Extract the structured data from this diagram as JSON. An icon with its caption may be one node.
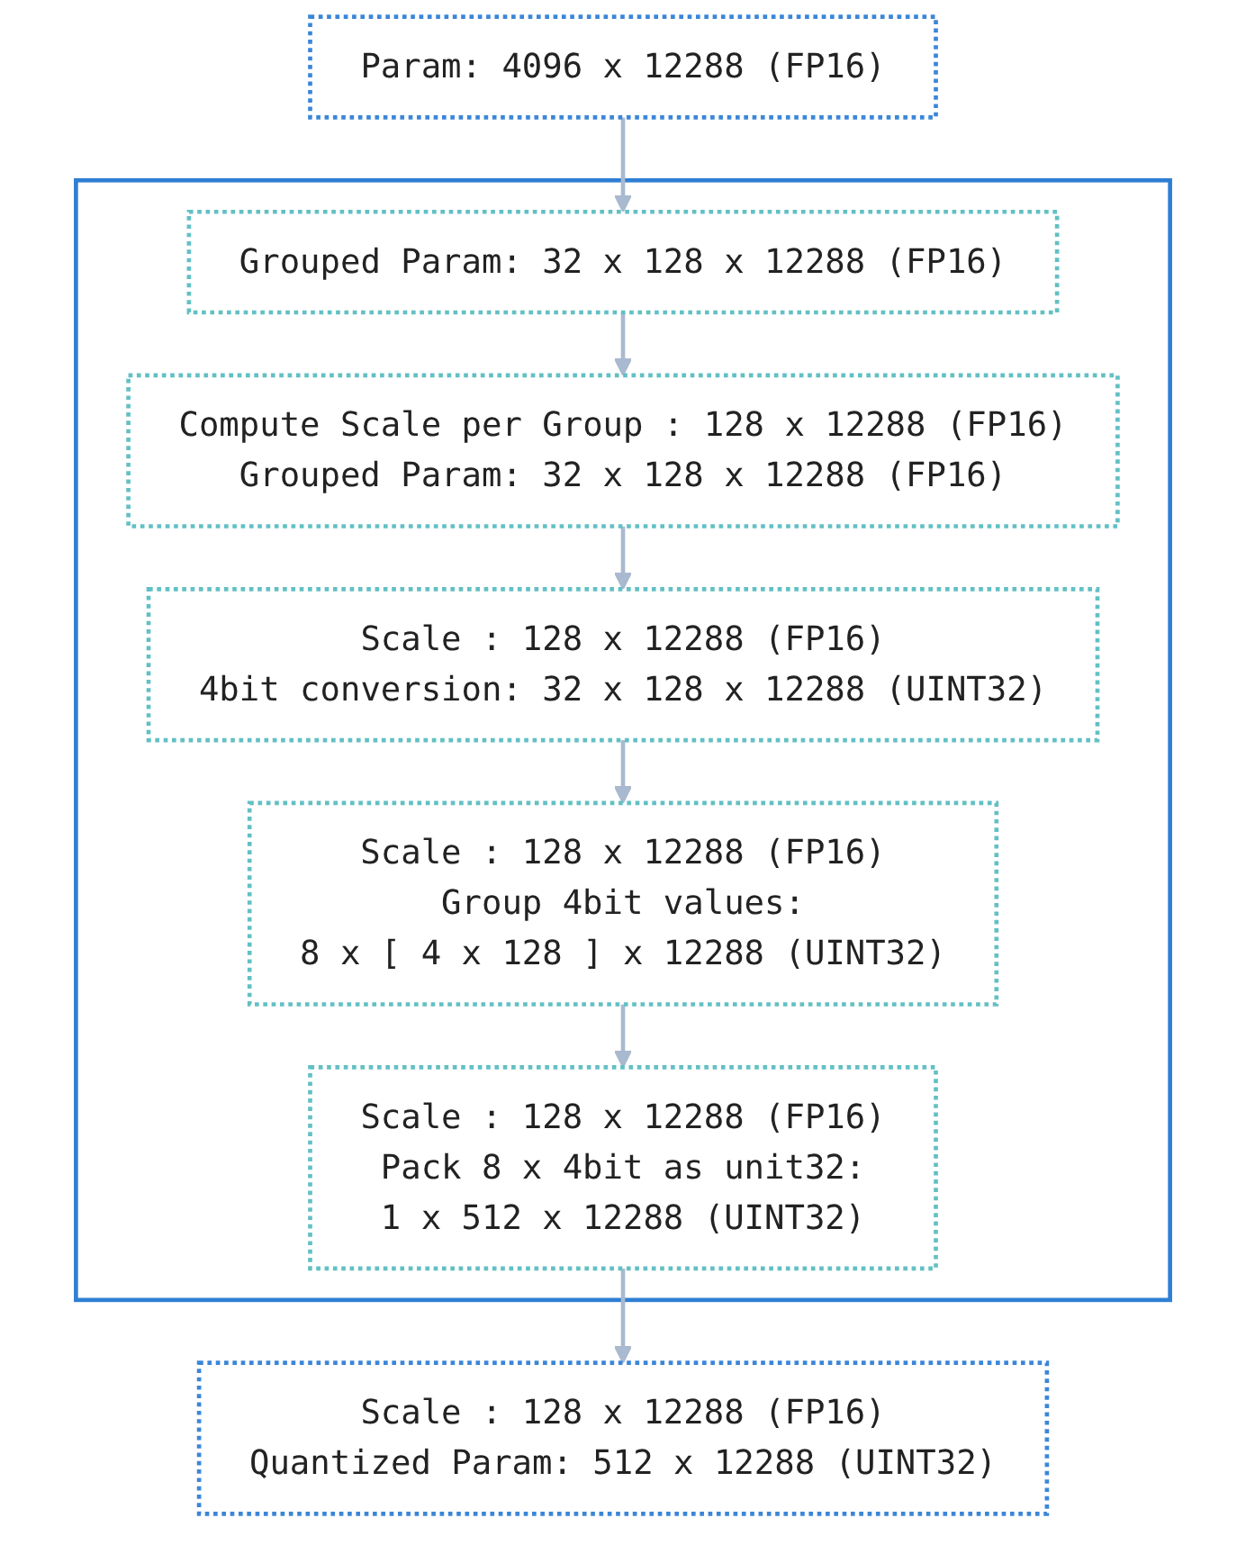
{
  "diagram": {
    "nodes": [
      {
        "text": [
          "Param: 4096 x 12288 (FP16)"
        ]
      },
      {
        "text": [],
        "shape": "box"
      },
      {
        "text": [
          "Grouped Param: 32 x 128 x 12288 (FP16)"
        ],
        "in": 1
      },
      {
        "text": [
          "Compute Scale per Group : 128 x 12288 (FP16)",
          "Grouped Param: 32 x 128 x 12288 (FP16)"
        ],
        "in": 1
      },
      {
        "text": [
          "Scale : 128 x 12288 (FP16)",
          "4bit conversion: 32 x 128 x 12288 (UINT32)"
        ],
        "in": 1
      },
      {
        "text": [
          "Scale : 128 x 12288 (FP16)",
          "Group 4bit values:",
          "8 x [ 4 x 128 ] x 12288 (UINT32)"
        ],
        "in": 1
      },
      {
        "text": [
          "Scale : 128 x 12288 (FP16)",
          "Pack 8 x 4bit as unit32:",
          "1 x 512 x 12288 (UINT32)"
        ],
        "in": 1
      },
      {
        "text": [
          "Scale : 128 x 12288 (FP16)",
          "Quantized Param: 512 x 12288 (UINT32)"
        ]
      }
    ],
    "edges": [
      {
        "from": 0,
        "to": 2,
        "arrow": "to"
      },
      {
        "from": 2,
        "to": 3,
        "arrow": "to"
      },
      {
        "from": 3,
        "to": 4,
        "arrow": "to"
      },
      {
        "from": 4,
        "to": 5,
        "arrow": "to"
      },
      {
        "from": 5,
        "to": 6,
        "arrow": "to"
      },
      {
        "from": 6,
        "to": 7,
        "arrow": "to"
      }
    ]
  }
}
